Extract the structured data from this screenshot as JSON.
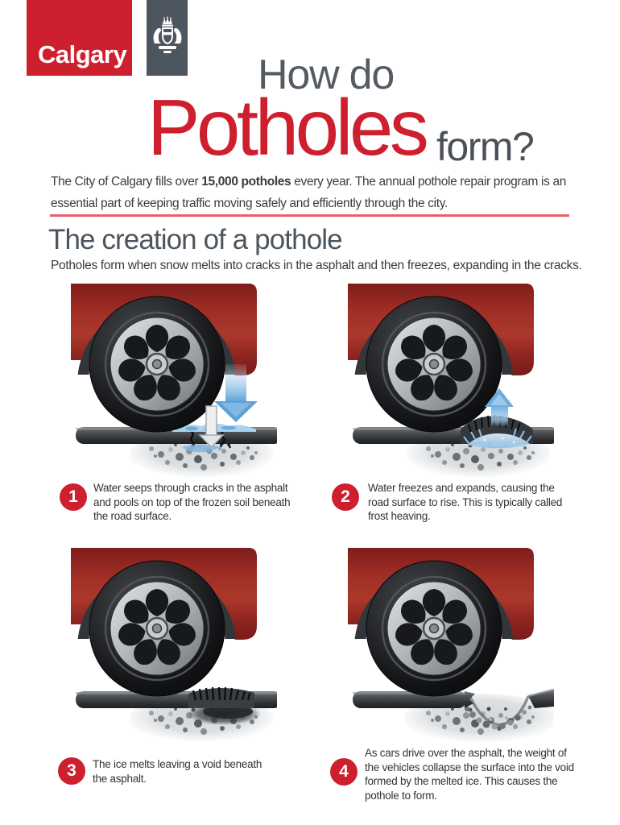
{
  "colors": {
    "brand_red": "#CE1F2F",
    "slate_gray": "#4D565F",
    "heading_gray": "#4C555D",
    "body_text": "#3B3B3B",
    "rule_red": "#E8606C",
    "arrow_blue": "#7FB8E4",
    "car_red": "#9E2C24",
    "road_gray": "#2F3235"
  },
  "header": {
    "logo_text": "Calgary",
    "logo_crest_icon": "calgary-coat-of-arms",
    "title_line1": "How do",
    "title_main": "Potholes",
    "title_suffix": "form?"
  },
  "intro": {
    "line1_pre": "The City of Calgary fills over ",
    "line1_bold": "15,000 potholes",
    "line1_post": " every year. The annual pothole repair program is an",
    "line2": "essential part of keeping traffic moving safely and efficiently through the city."
  },
  "section": {
    "heading": "The creation of a pothole",
    "subheading": "Potholes form when snow melts into cracks in the asphalt and then freezes, expanding in the cracks."
  },
  "steps": [
    {
      "number": "1",
      "icon": "arrow-down-icon",
      "lines": [
        "Water seeps through cracks in the asphalt",
        "and pools on top of the frozen soil beneath",
        "the road surface."
      ]
    },
    {
      "number": "2",
      "icon": "arrow-up-icon",
      "lines": [
        "Water freezes and expands, causing the",
        "road surface to rise. This is typically called",
        "frost heaving."
      ]
    },
    {
      "number": "3",
      "icon": "",
      "lines": [
        "The ice melts leaving a void beneath",
        "the asphalt."
      ]
    },
    {
      "number": "4",
      "icon": "",
      "lines": [
        "As cars drive over the asphalt, the weight of",
        "the vehicles collapse the surface into the void",
        "formed by the melted ice. This causes the",
        "pothole to form."
      ]
    }
  ]
}
